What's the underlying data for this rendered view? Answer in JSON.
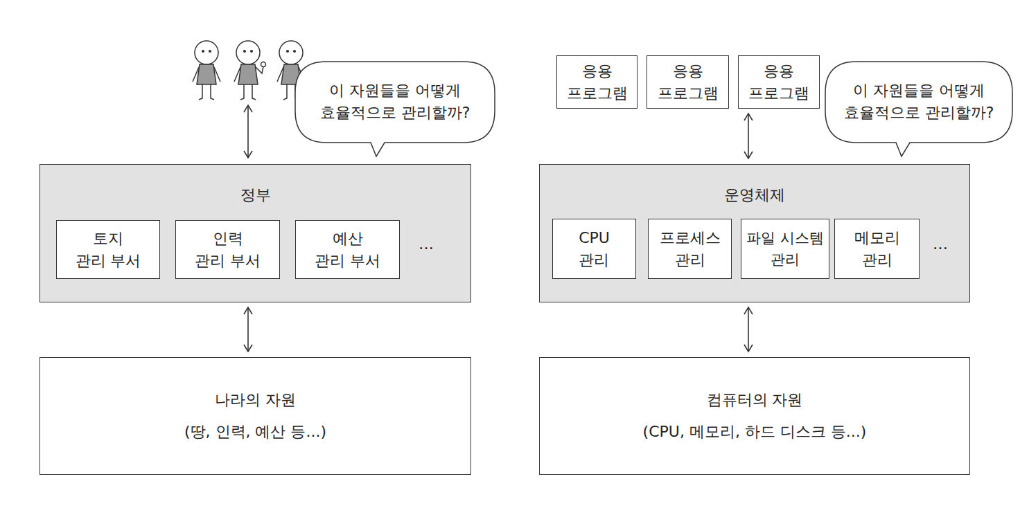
{
  "diagram": {
    "nodes": [
      {
        "text": [
          "정부"
        ]
      },
      {
        "text": [
          "토지 관리 부서"
        ],
        "in": 0
      },
      {
        "text": [
          "인력 관리 부서"
        ],
        "in": 0
      },
      {
        "text": [
          "예산 관리 부서"
        ],
        "in": 0
      },
      {
        "text": [
          "나라의 자원",
          "(땅, 인력, 예산 등...)"
        ]
      },
      {
        "text": [
          "이 자원들을 어떻게 효율적으로 관리할까?"
        ]
      },
      {
        "text": [
          "응용 프로그램"
        ]
      },
      {
        "text": [
          "응용 프로그램"
        ]
      },
      {
        "text": [
          "응용 프로그램"
        ]
      },
      {
        "text": [
          "운영체제"
        ]
      },
      {
        "text": [
          "CPU 관리"
        ],
        "in": 9
      },
      {
        "text": [
          "프로세스 관리"
        ],
        "in": 9
      },
      {
        "text": [
          "파일 시스템 관리"
        ],
        "in": 9
      },
      {
        "text": [
          "메모리 관리"
        ],
        "in": 9
      },
      {
        "text": [
          "컴퓨터의 자원",
          "(CPU, 메모리, 하드 디스크 등...)"
        ]
      },
      {
        "text": [
          "이 자원들을 어떻게 효율적으로 관리할까?"
        ]
      }
    ],
    "edges": [
      {
        "from": 0,
        "to": 4,
        "arrow": "both"
      },
      {
        "from": 8,
        "to": 9,
        "arrow": "both"
      },
      {
        "from": 9,
        "to": 14,
        "arrow": "both"
      }
    ],
    "labels": [
      "…",
      "…"
    ]
  }
}
